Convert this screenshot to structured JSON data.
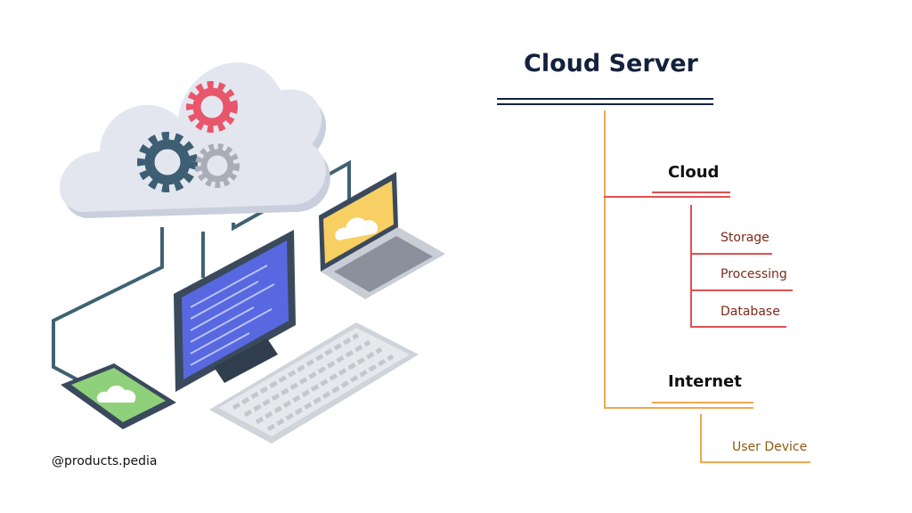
{
  "diagram": {
    "title": "Cloud Server",
    "branches": [
      {
        "label": "Cloud",
        "children": [
          "Storage",
          "Processing",
          "Database"
        ]
      },
      {
        "label": "Internet",
        "children": [
          "User Device"
        ]
      }
    ]
  },
  "credit": "@products.pedia",
  "colors": {
    "navy": "#14213d",
    "orange": "#f0a850",
    "red": "#e05050",
    "cable": "#3f6272",
    "cloud": "#dfe3ee",
    "gear_pink": "#e8566c",
    "gear_teal": "#3d5e73",
    "gear_gray": "#a9adb8",
    "screen_blue": "#5868e0",
    "laptop_screen": "#f8cf62",
    "tablet_screen": "#8fd07a"
  }
}
